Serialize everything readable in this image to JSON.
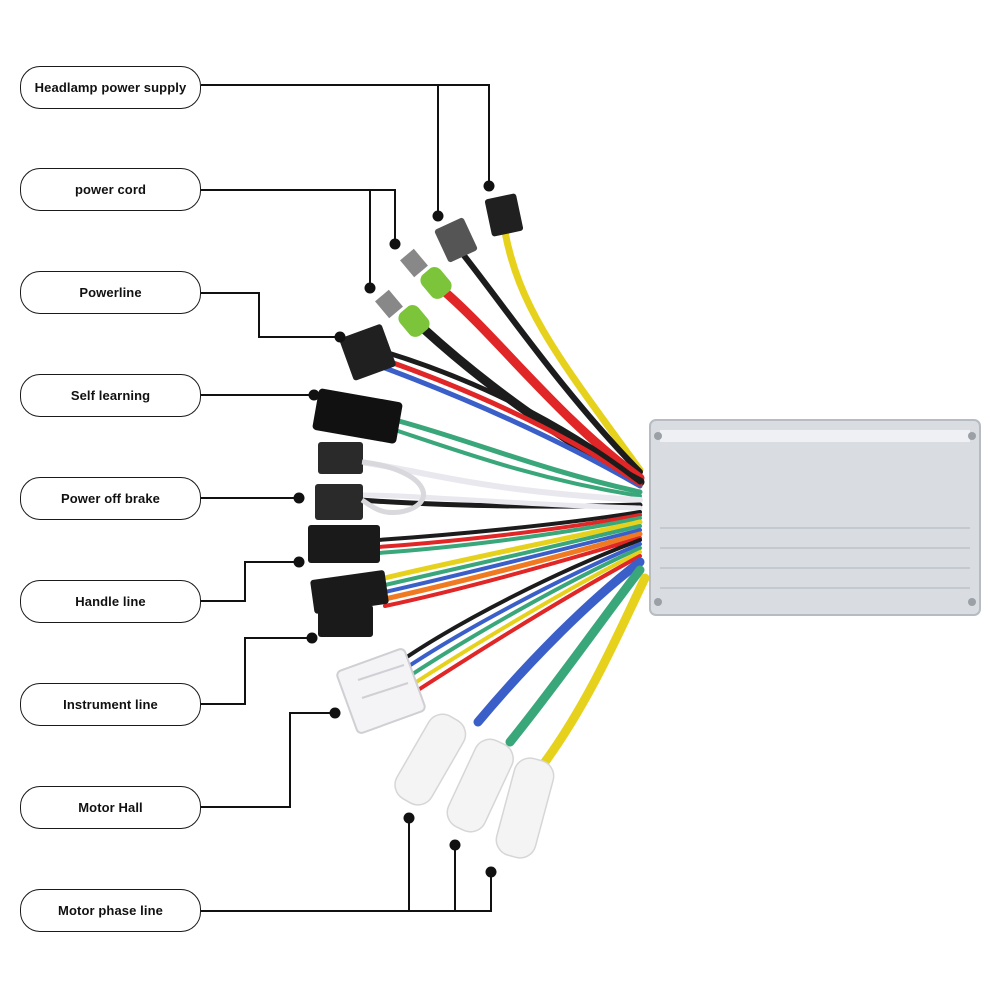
{
  "labels": [
    {
      "id": "headlamp",
      "text": "Headlamp power supply"
    },
    {
      "id": "power-cord",
      "text": "power cord"
    },
    {
      "id": "powerline",
      "text": "Powerline"
    },
    {
      "id": "self-learning",
      "text": "Self learning"
    },
    {
      "id": "power-off-brake",
      "text": "Power off brake"
    },
    {
      "id": "handle-line",
      "text": "Handle line"
    },
    {
      "id": "instrument-line",
      "text": "Instrument line"
    },
    {
      "id": "motor-hall",
      "text": "Motor Hall"
    },
    {
      "id": "motor-phase-line",
      "text": "Motor phase line"
    }
  ],
  "colors": {
    "wire_yellow": "#e6d21c",
    "wire_red": "#e02626",
    "wire_black": "#1c1c1c",
    "wire_blue": "#3b5fc8",
    "wire_green": "#3aa77a",
    "wire_white": "#e8e8ee",
    "wire_orange": "#f07a22",
    "controller_body": "#d9dde2",
    "connector_black": "#202020",
    "terminal_green": "#7cc43a",
    "sleeve_white": "#f4f4f4"
  }
}
